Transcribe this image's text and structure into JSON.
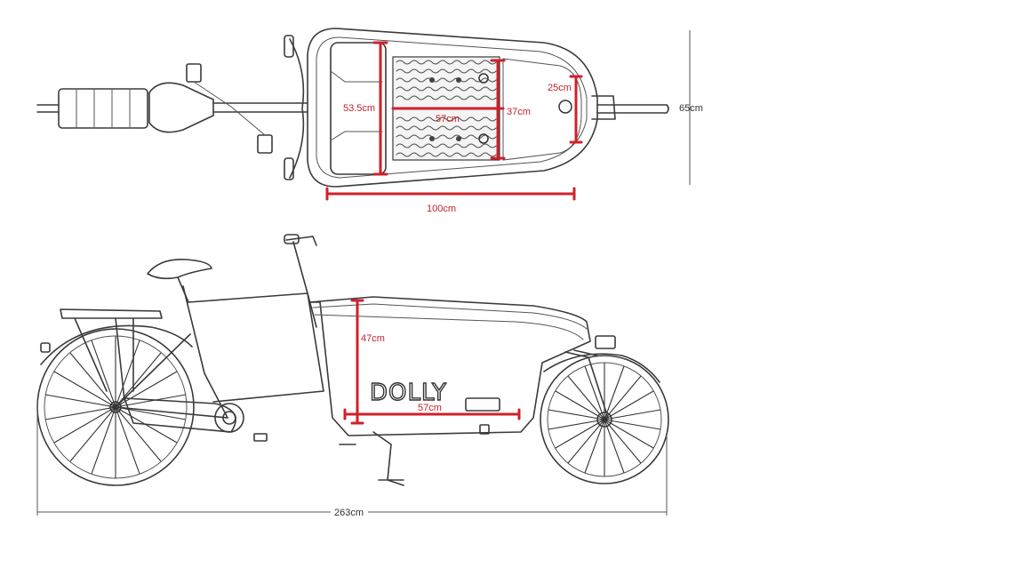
{
  "brand": "DOLLY",
  "colors": {
    "dimension_red": "#c8202a",
    "outline": "#3a3a3a",
    "overall_dimension": "#555555"
  },
  "top_view": {
    "labels": {
      "cargo_width": "53.5cm",
      "floor_length": "57cm",
      "floor_width": "37cm",
      "front_width": "25cm",
      "overall_width": "65cm",
      "box_length": "100cm"
    }
  },
  "side_view": {
    "labels": {
      "box_height": "47cm",
      "floor_length": "57cm",
      "overall_length": "263cm"
    }
  }
}
